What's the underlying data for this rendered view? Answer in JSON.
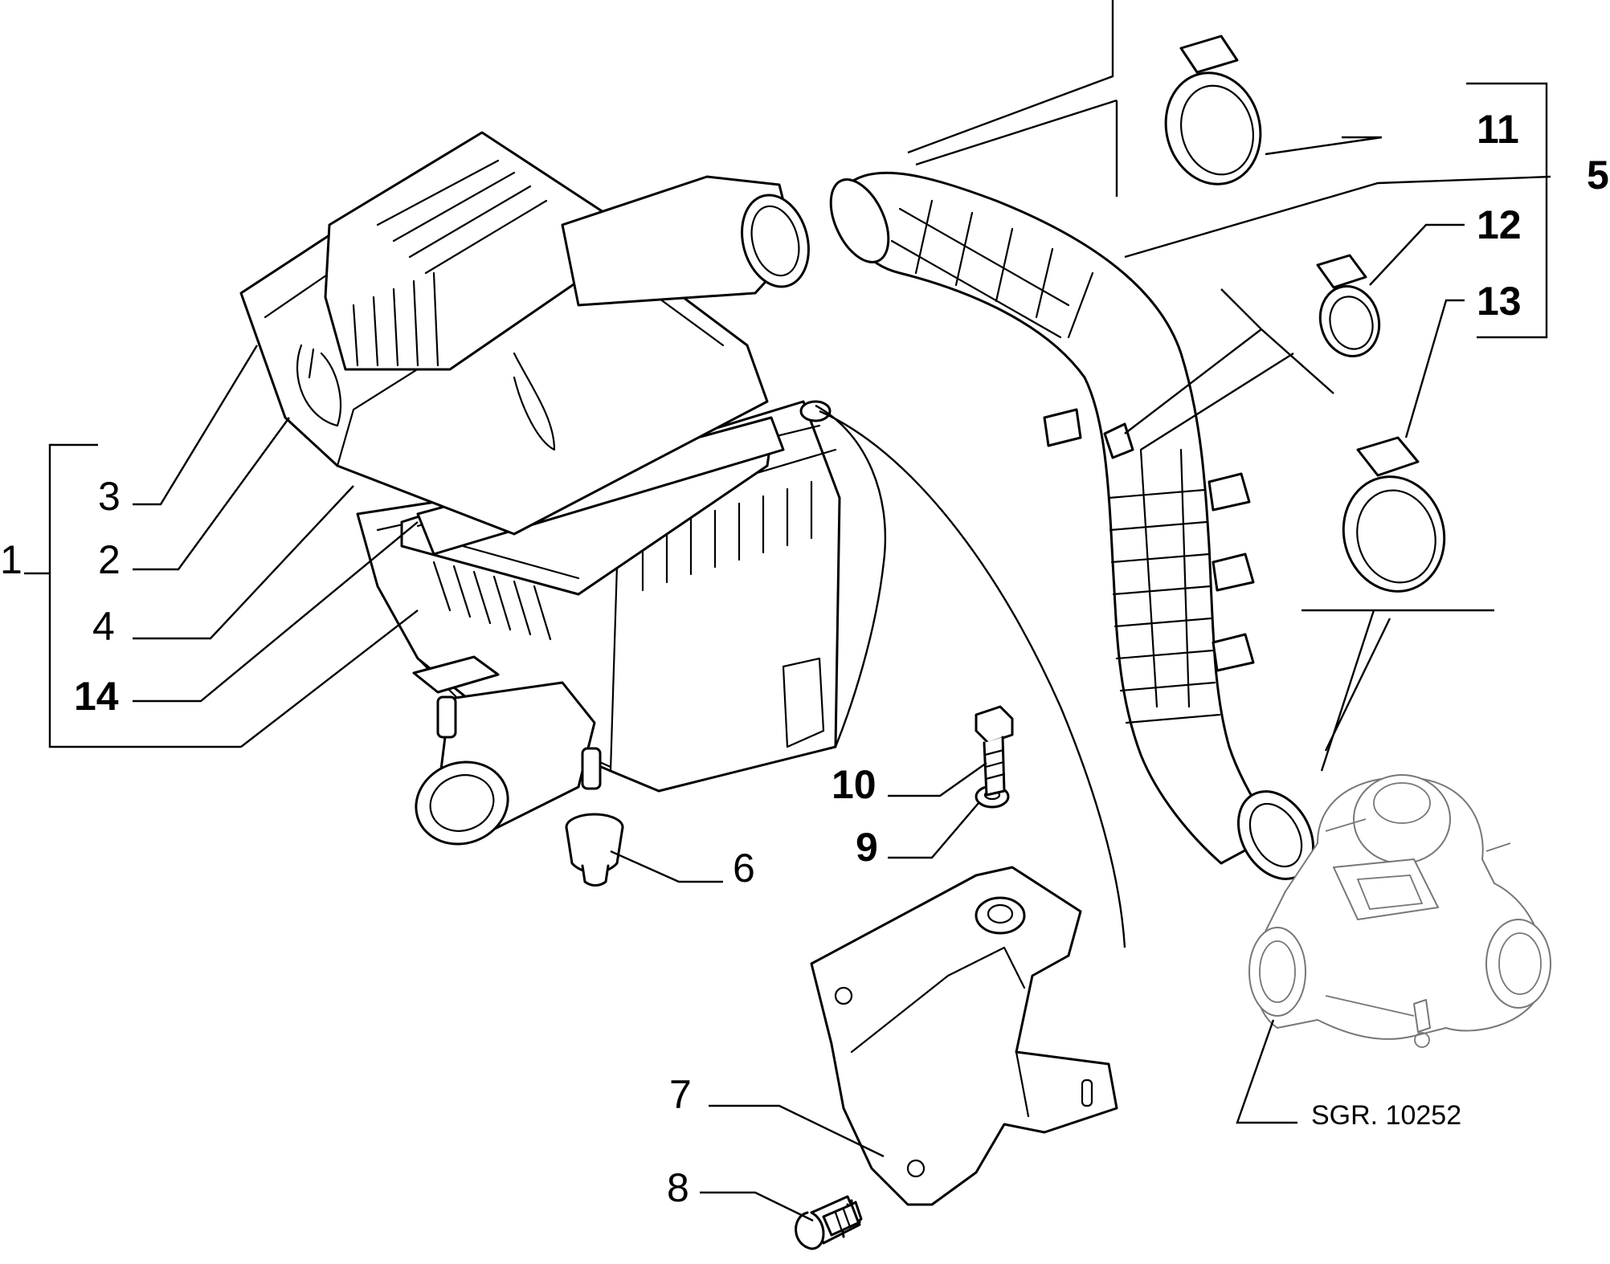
{
  "figure": {
    "reference": "SGR. 10252",
    "callouts": [
      {
        "id": "c1",
        "label": "1"
      },
      {
        "id": "c2",
        "label": "2"
      },
      {
        "id": "c3",
        "label": "3"
      },
      {
        "id": "c4",
        "label": "4"
      },
      {
        "id": "c5",
        "label": "5"
      },
      {
        "id": "c6",
        "label": "6"
      },
      {
        "id": "c7",
        "label": "7"
      },
      {
        "id": "c8",
        "label": "8"
      },
      {
        "id": "c9",
        "label": "9"
      },
      {
        "id": "c10",
        "label": "10"
      },
      {
        "id": "c11",
        "label": "11"
      },
      {
        "id": "c12",
        "label": "12"
      },
      {
        "id": "c13",
        "label": "13"
      },
      {
        "id": "c14",
        "label": "14"
      }
    ]
  }
}
